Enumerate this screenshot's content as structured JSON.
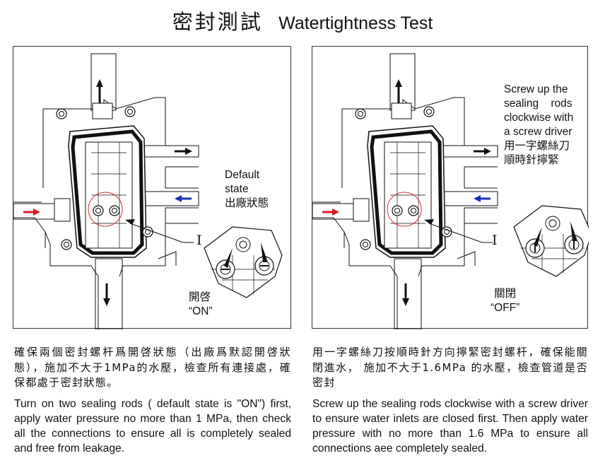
{
  "title": {
    "zh": "密封測試",
    "en": "Watertightness Test"
  },
  "left_panel": {
    "label_default_en_1": "Default",
    "label_default_en_2": "state",
    "label_default_zh": "出廠狀態",
    "label_part": "I",
    "label_on_zh": "開啓",
    "label_on_en": "“ON”"
  },
  "right_panel": {
    "instruction_en": [
      "Screw up  the",
      "sealing    rods",
      "clockwise with",
      "a screw driver"
    ],
    "instruction_zh": [
      "用一字螺絲刀",
      "順時針擰緊"
    ],
    "label_part": "I",
    "label_off_zh": "關閉",
    "label_off_en": "“OFF”"
  },
  "left_text": {
    "zh": "確保兩個密封螺杆爲開啓狀態（出廠爲默認開啓狀態），施加不大于1MPa的水壓，檢查所有連接處，確保都處于密封狀態。",
    "en": "Turn on two sealing rods ( default state is \"ON\") first, apply water pressure no more than 1 MPa, then check all the connections to ensure all is completely sealed and free from leakage."
  },
  "right_text": {
    "zh": "用一字螺絲刀按順時針方向擰緊密封螺杆，確保能關閉進水， 施加不大于1.6MPa 的水壓，檢查管道是否密封",
    "en": "Screw up  the sealing  rods clockwise  with  a screw driver  to  ensure  water  inlets are closed first. Then apply  water pressure with no more than 1.6 MPa to ensure all connections aee completely sealed."
  },
  "colors": {
    "hot_arrow": "#d42020",
    "cold_arrow": "#1a2fb8",
    "highlight_circle": "#d43030",
    "ink": "#111111"
  }
}
